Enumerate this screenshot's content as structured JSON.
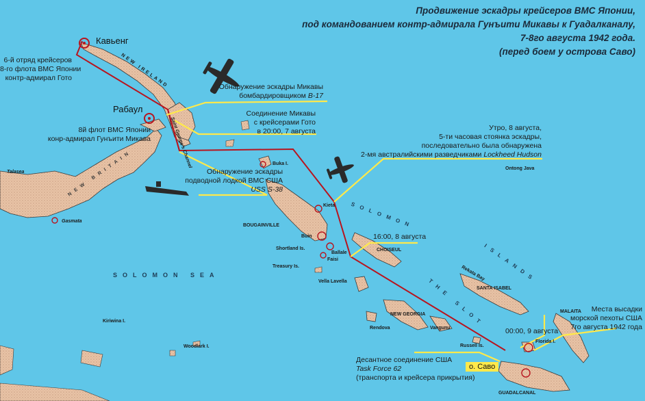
{
  "title": {
    "line1": "Продвижение эскадры крейсеров ВМС Японии,",
    "line2": "под командованием контр-адмирала Гунъити Микавы к Гуадалканалу,",
    "line3": "7-8го августа 1942 года.",
    "line4": "(перед боем у острова Саво)"
  },
  "cities": {
    "kavieng": "Кавьенг",
    "rabaul": "Рабаул",
    "savo": "о. Саво"
  },
  "notes": {
    "goto_group": [
      "6-й отряд крейсеров",
      "8-го флота ВМС Японии",
      "контр-адмирал Гото"
    ],
    "mikawa_fleet": [
      "8й флот ВМС Японии",
      "конр-адмирал Гунъити Микава"
    ],
    "b17_detection": [
      "Обнаружение эскадры Микавы",
      "бомбардировщиком "
    ],
    "b17_name": "B-17",
    "join_goto": [
      "Соединение Микавы",
      "с крейсерами Гото",
      "в 20:00, 7 августа"
    ],
    "hudson": [
      "Утро, 8 августа,",
      "5-ти часовая стоянка эскадры,",
      "последовательно была обнаружена",
      "2-мя австралийскими разведчиками "
    ],
    "hudson_name": "Lockheed Hudson",
    "sub_detection": [
      "Обнаружение эскадры",
      "подводной лодкой ВМС США"
    ],
    "sub_name": "USS S-38",
    "time_1600": "16:00, 8 августа",
    "time_0000": "00:00, 9 августа",
    "landing": [
      "Места высадки",
      "морской пехоты США",
      "7го августа 1942 года"
    ],
    "taskforce_title": "Десантное соединение США",
    "taskforce_name": "Task Force 62",
    "taskforce_desc": "(транспорта и крейсера прикрытия)"
  },
  "places": {
    "new_ireland": "NEW IRELAND",
    "new_britain": "NEW BRITAIN",
    "st_george": "Saint George's Channel",
    "solomon_sea": "SOLOMON SEA",
    "solomon_islands_1": "SOLOMON",
    "solomon_islands_2": "ISLANDS",
    "the_slot": "THE SLOT",
    "buka": "Buka I.",
    "bougainville": "BOUGAINVILLE",
    "kieta": "Kieta",
    "buin": "Buin",
    "shortland": "Shortland Is.",
    "ballale": "Ballale",
    "faisi": "Faisi",
    "treasury": "Treasury Is.",
    "choiseul": "CHOISEUL",
    "vella_lavella": "Vella Lavella",
    "new_georgia": "NEW GEORGIA",
    "rendova": "Rendova",
    "vangunu": "Vangunu",
    "rekata": "Rekata Bay",
    "santa_isabel": "SANTA ISABEL",
    "ontong_java": "Ontong Java",
    "malaita": "MALAITA",
    "florida": "Florida I.",
    "russell": "Russell Is.",
    "guadalcanal": "GUADALCANAL",
    "talasea": "Talasea",
    "gasmata": "Gasmata",
    "kiriwina": "Kiriwina I.",
    "woodlark": "Woodlark I."
  },
  "colors": {
    "sea": "#5fc6e8",
    "land": "#e8c3a6",
    "route": "#b8141e",
    "callout": "#ffe94a"
  }
}
